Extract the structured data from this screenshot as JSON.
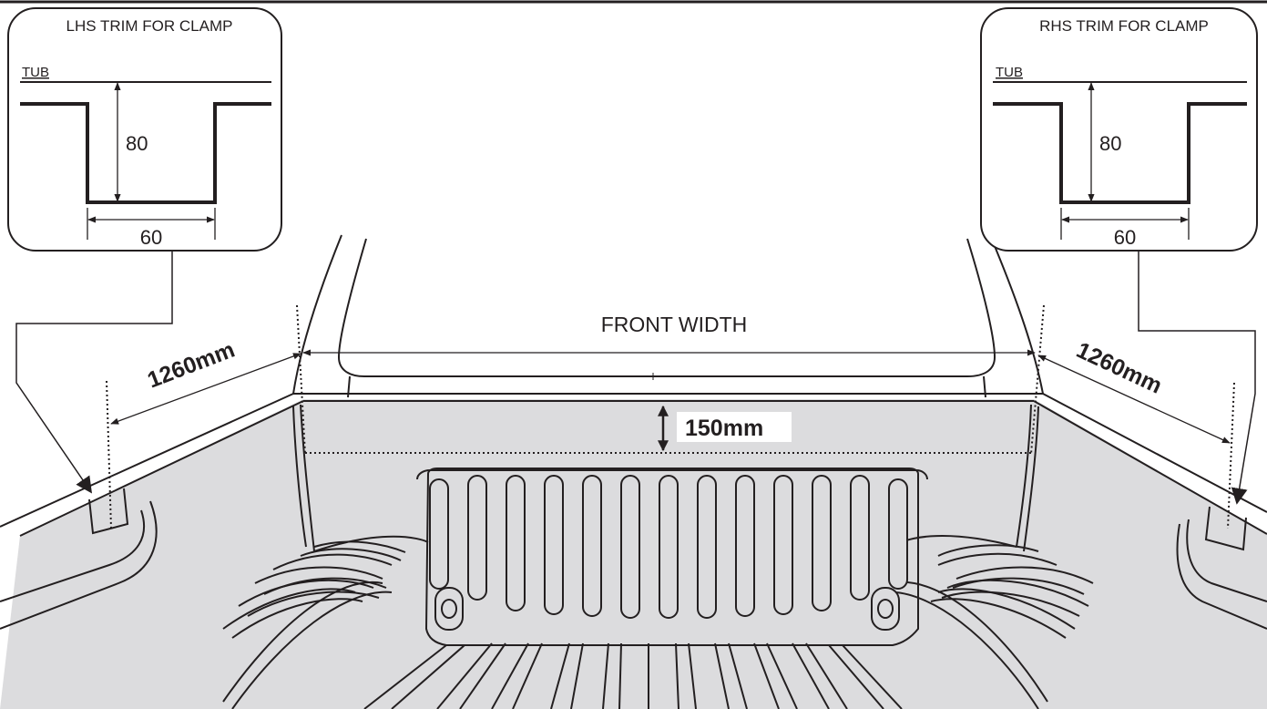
{
  "lhs_box": {
    "title": "LHS TRIM FOR CLAMP",
    "tub_label": "TUB",
    "depth_value": "80",
    "width_value": "60"
  },
  "rhs_box": {
    "title": "RHS TRIM FOR CLAMP",
    "tub_label": "TUB",
    "depth_value": "80",
    "width_value": "60"
  },
  "dimensions": {
    "front_width_label": "FRONT WIDTH",
    "left_length": "1260mm",
    "right_length": "1260mm",
    "offset": "150mm"
  },
  "colors": {
    "tub_fill": "#dcdcde",
    "line": "#231f20",
    "background": "#ffffff"
  }
}
